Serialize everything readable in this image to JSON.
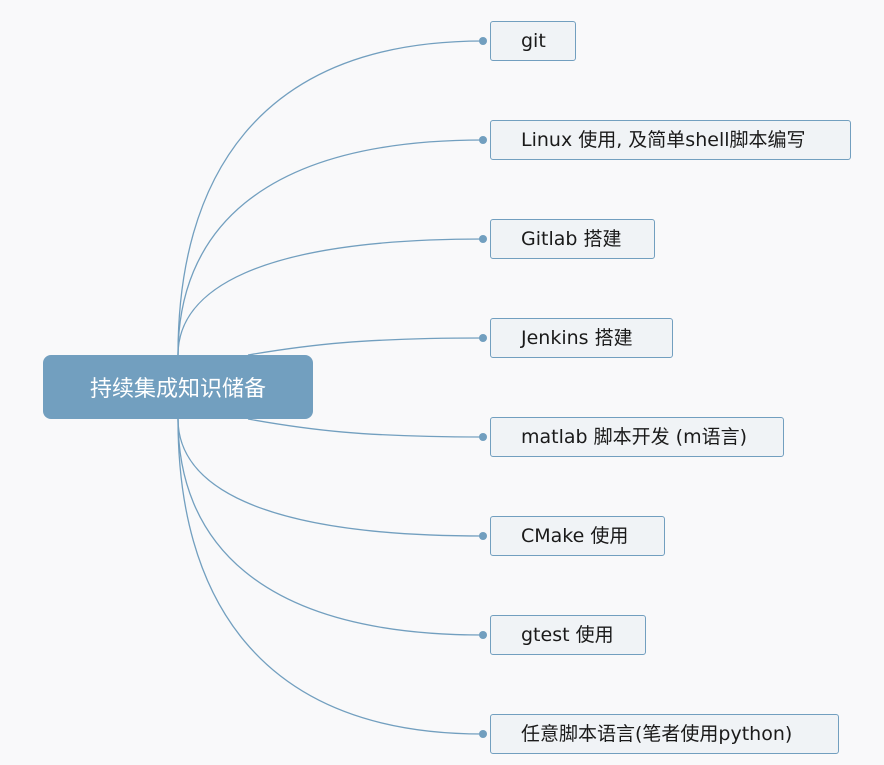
{
  "diagram": {
    "root": {
      "label": "持续集成知识储备"
    },
    "children": [
      {
        "label": "git"
      },
      {
        "label": "Linux 使用, 及简单shell脚本编写"
      },
      {
        "label": "Gitlab 搭建"
      },
      {
        "label": "Jenkins 搭建"
      },
      {
        "label": "matlab 脚本开发 (m语言)"
      },
      {
        "label": "CMake 使用"
      },
      {
        "label": "gtest 使用"
      },
      {
        "label": "任意脚本语言(笔者使用python)"
      }
    ],
    "colors": {
      "root_fill": "#729fbf",
      "connector": "#729fbf",
      "child_fill": "#f0f3f6",
      "child_border": "#729fbf"
    }
  }
}
